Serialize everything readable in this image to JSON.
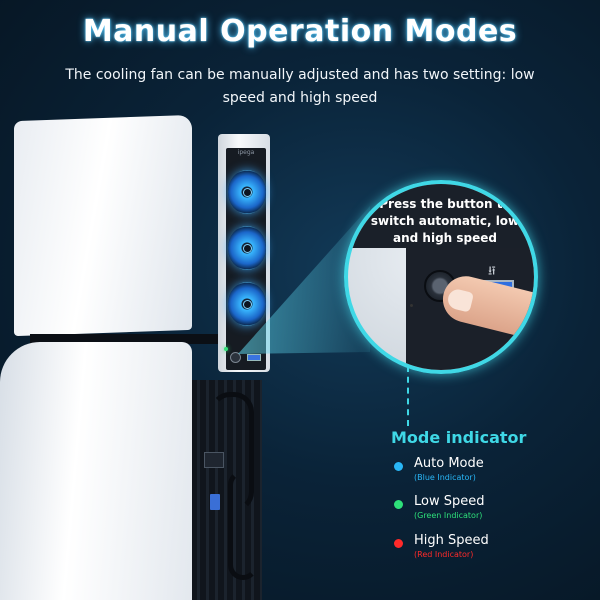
{
  "header": {
    "title": "Manual Operation Modes",
    "subtitle": "The cooling fan can be manually adjusted and has two setting: low speed and high speed"
  },
  "product": {
    "brand_text": "ipega"
  },
  "callout": {
    "text": "Press the button to switch automatic, low and high speed",
    "usb_icon": "usb-icon"
  },
  "mode_indicator": {
    "title": "Mode indicator",
    "items": [
      {
        "name": "Auto Mode",
        "indicator": "(Blue Indicator)",
        "color": "#29b6f6"
      },
      {
        "name": "Low Speed",
        "indicator": "(Green Indicator)",
        "color": "#2ee07a"
      },
      {
        "name": "High Speed",
        "indicator": "(Red Indicator)",
        "color": "#ff2a2a"
      }
    ]
  },
  "colors": {
    "accent_cyan": "#3fd8e6",
    "background": "#0a2338",
    "fan_glow": "#39b8ff"
  }
}
